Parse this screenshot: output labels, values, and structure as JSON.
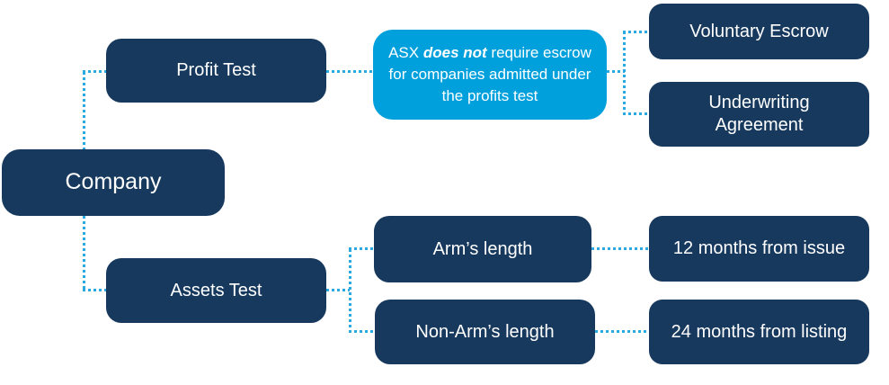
{
  "diagram": {
    "colors": {
      "navy": "#17395E",
      "light_blue": "#00A0DC",
      "connector": "#2AA9E0",
      "text": "#FFFFFF"
    },
    "nodes": {
      "company": {
        "label": "Company"
      },
      "profit_test": {
        "label": "Profit Test"
      },
      "asx_note": {
        "prefix": "ASX ",
        "emphasis": "does not",
        "suffix": " require escrow for companies admitted under the profits test"
      },
      "voluntary_escrow": {
        "label": "Voluntary Escrow"
      },
      "underwriting_agreement": {
        "label": "Underwriting Agreement"
      },
      "assets_test": {
        "label": "Assets Test"
      },
      "arms_length": {
        "label": "Arm’s length"
      },
      "non_arms_length": {
        "label": "Non-Arm’s length"
      },
      "twelve_months": {
        "label": "12 months from issue"
      },
      "twenty_four_months": {
        "label": "24 months from listing"
      }
    }
  }
}
